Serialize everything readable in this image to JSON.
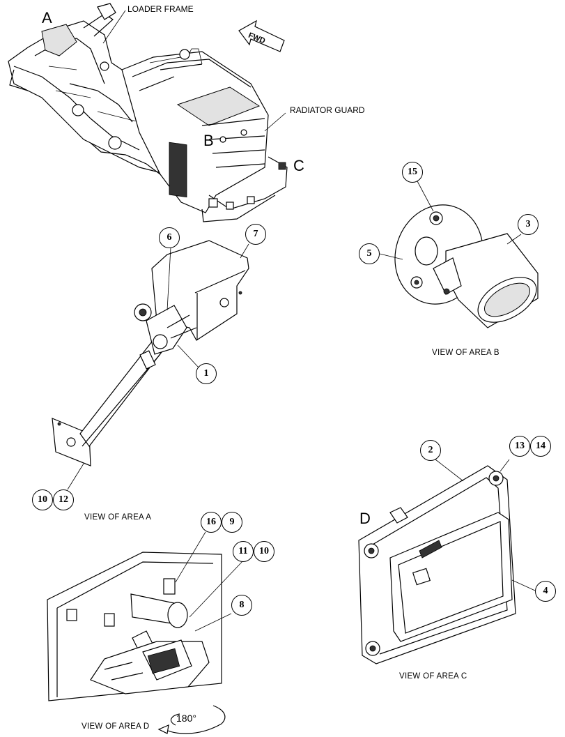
{
  "callouts": {
    "loader_frame": "LOADER FRAME",
    "radiator_guard": "RADIATOR GUARD",
    "fwd": "FWD"
  },
  "area_letters": {
    "a": "A",
    "b": "B",
    "c": "C",
    "d": "D"
  },
  "views": {
    "a": "VIEW OF AREA A",
    "b": "VIEW OF AREA B",
    "c": "VIEW OF AREA C",
    "d": "VIEW OF AREA D"
  },
  "rotation_label": "180°",
  "item_numbers": {
    "n1": "1",
    "n2": "2",
    "n3": "3",
    "n4": "4",
    "n5": "5",
    "n6": "6",
    "n7": "7",
    "n8": "8",
    "n9": "9",
    "n10a": "10",
    "n10b": "10",
    "n11": "11",
    "n12": "12",
    "n13": "13",
    "n14": "14",
    "n15": "15",
    "n16": "16"
  }
}
